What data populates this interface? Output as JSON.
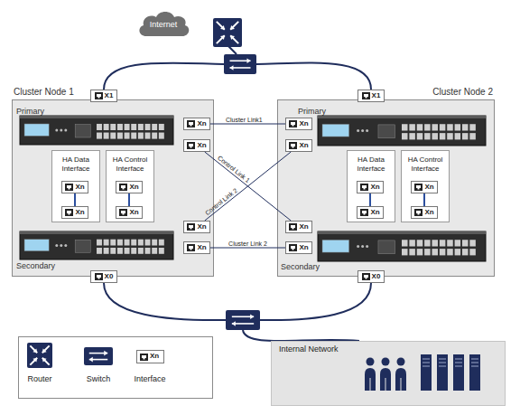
{
  "diagram": {
    "nodes": [
      {
        "text": [
          "Internet"
        ]
      },
      {
        "text": [
          "Cluster Node 1",
          "Primary",
          "Secondary"
        ]
      },
      {
        "text": [
          "X1"
        ],
        "in": 1
      },
      {
        "text": [
          "Xn"
        ],
        "in": 1
      },
      {
        "text": [
          "Xn"
        ],
        "in": 1
      },
      {
        "text": [
          "HA Data Interface"
        ],
        "in": 1
      },
      {
        "text": [
          "Xn"
        ],
        "in": 5
      },
      {
        "text": [
          "Xn"
        ],
        "in": 5
      },
      {
        "text": [
          "HA Control Interface"
        ],
        "in": 1
      },
      {
        "text": [
          "Xn"
        ],
        "in": 8
      },
      {
        "text": [
          "Xn"
        ],
        "in": 8
      },
      {
        "text": [
          "Xn"
        ],
        "in": 1
      },
      {
        "text": [
          "Xn"
        ],
        "in": 1
      },
      {
        "text": [
          "X0"
        ],
        "in": 1
      },
      {
        "text": [
          "Cluster Node 2",
          "Primary",
          "Secondary"
        ]
      },
      {
        "text": [
          "X1"
        ],
        "in": 14
      },
      {
        "text": [
          "Xn"
        ],
        "in": 14
      },
      {
        "text": [
          "Xn"
        ],
        "in": 14
      },
      {
        "text": [
          "HA Data Interface"
        ],
        "in": 14
      },
      {
        "text": [
          "Xn"
        ],
        "in": 18
      },
      {
        "text": [
          "Xn"
        ],
        "in": 18
      },
      {
        "text": [
          "HA Control Interface"
        ],
        "in": 14
      },
      {
        "text": [
          "Xn"
        ],
        "in": 21
      },
      {
        "text": [
          "Xn"
        ],
        "in": 21
      },
      {
        "text": [
          "Xn"
        ],
        "in": 14
      },
      {
        "text": [
          "Xn"
        ],
        "in": 14
      },
      {
        "text": [
          "X0"
        ],
        "in": 14
      },
      {
        "text": [
          "Internal Network"
        ]
      }
    ],
    "edges": [
      {
        "from": 3,
        "to": 16,
        "label": "Cluster Link1",
        "arrow": "none"
      },
      {
        "from": 4,
        "to": 24,
        "label": "Control Link 1",
        "arrow": "none"
      },
      {
        "from": 11,
        "to": 17,
        "label": "Control Link 2",
        "arrow": "none"
      },
      {
        "from": 12,
        "to": 25,
        "label": "Cluster Link 2",
        "arrow": "none"
      },
      {
        "from": 6,
        "to": 7,
        "arrow": "none"
      },
      {
        "from": 9,
        "to": 10,
        "arrow": "none"
      },
      {
        "from": 19,
        "to": 20,
        "arrow": "none"
      },
      {
        "from": 22,
        "to": 23,
        "arrow": "none"
      }
    ],
    "labels": [
      "Xn"
    ],
    "legend": [
      {
        "text": "Router"
      },
      {
        "text": "Switch"
      },
      {
        "text": "Interface"
      }
    ]
  }
}
